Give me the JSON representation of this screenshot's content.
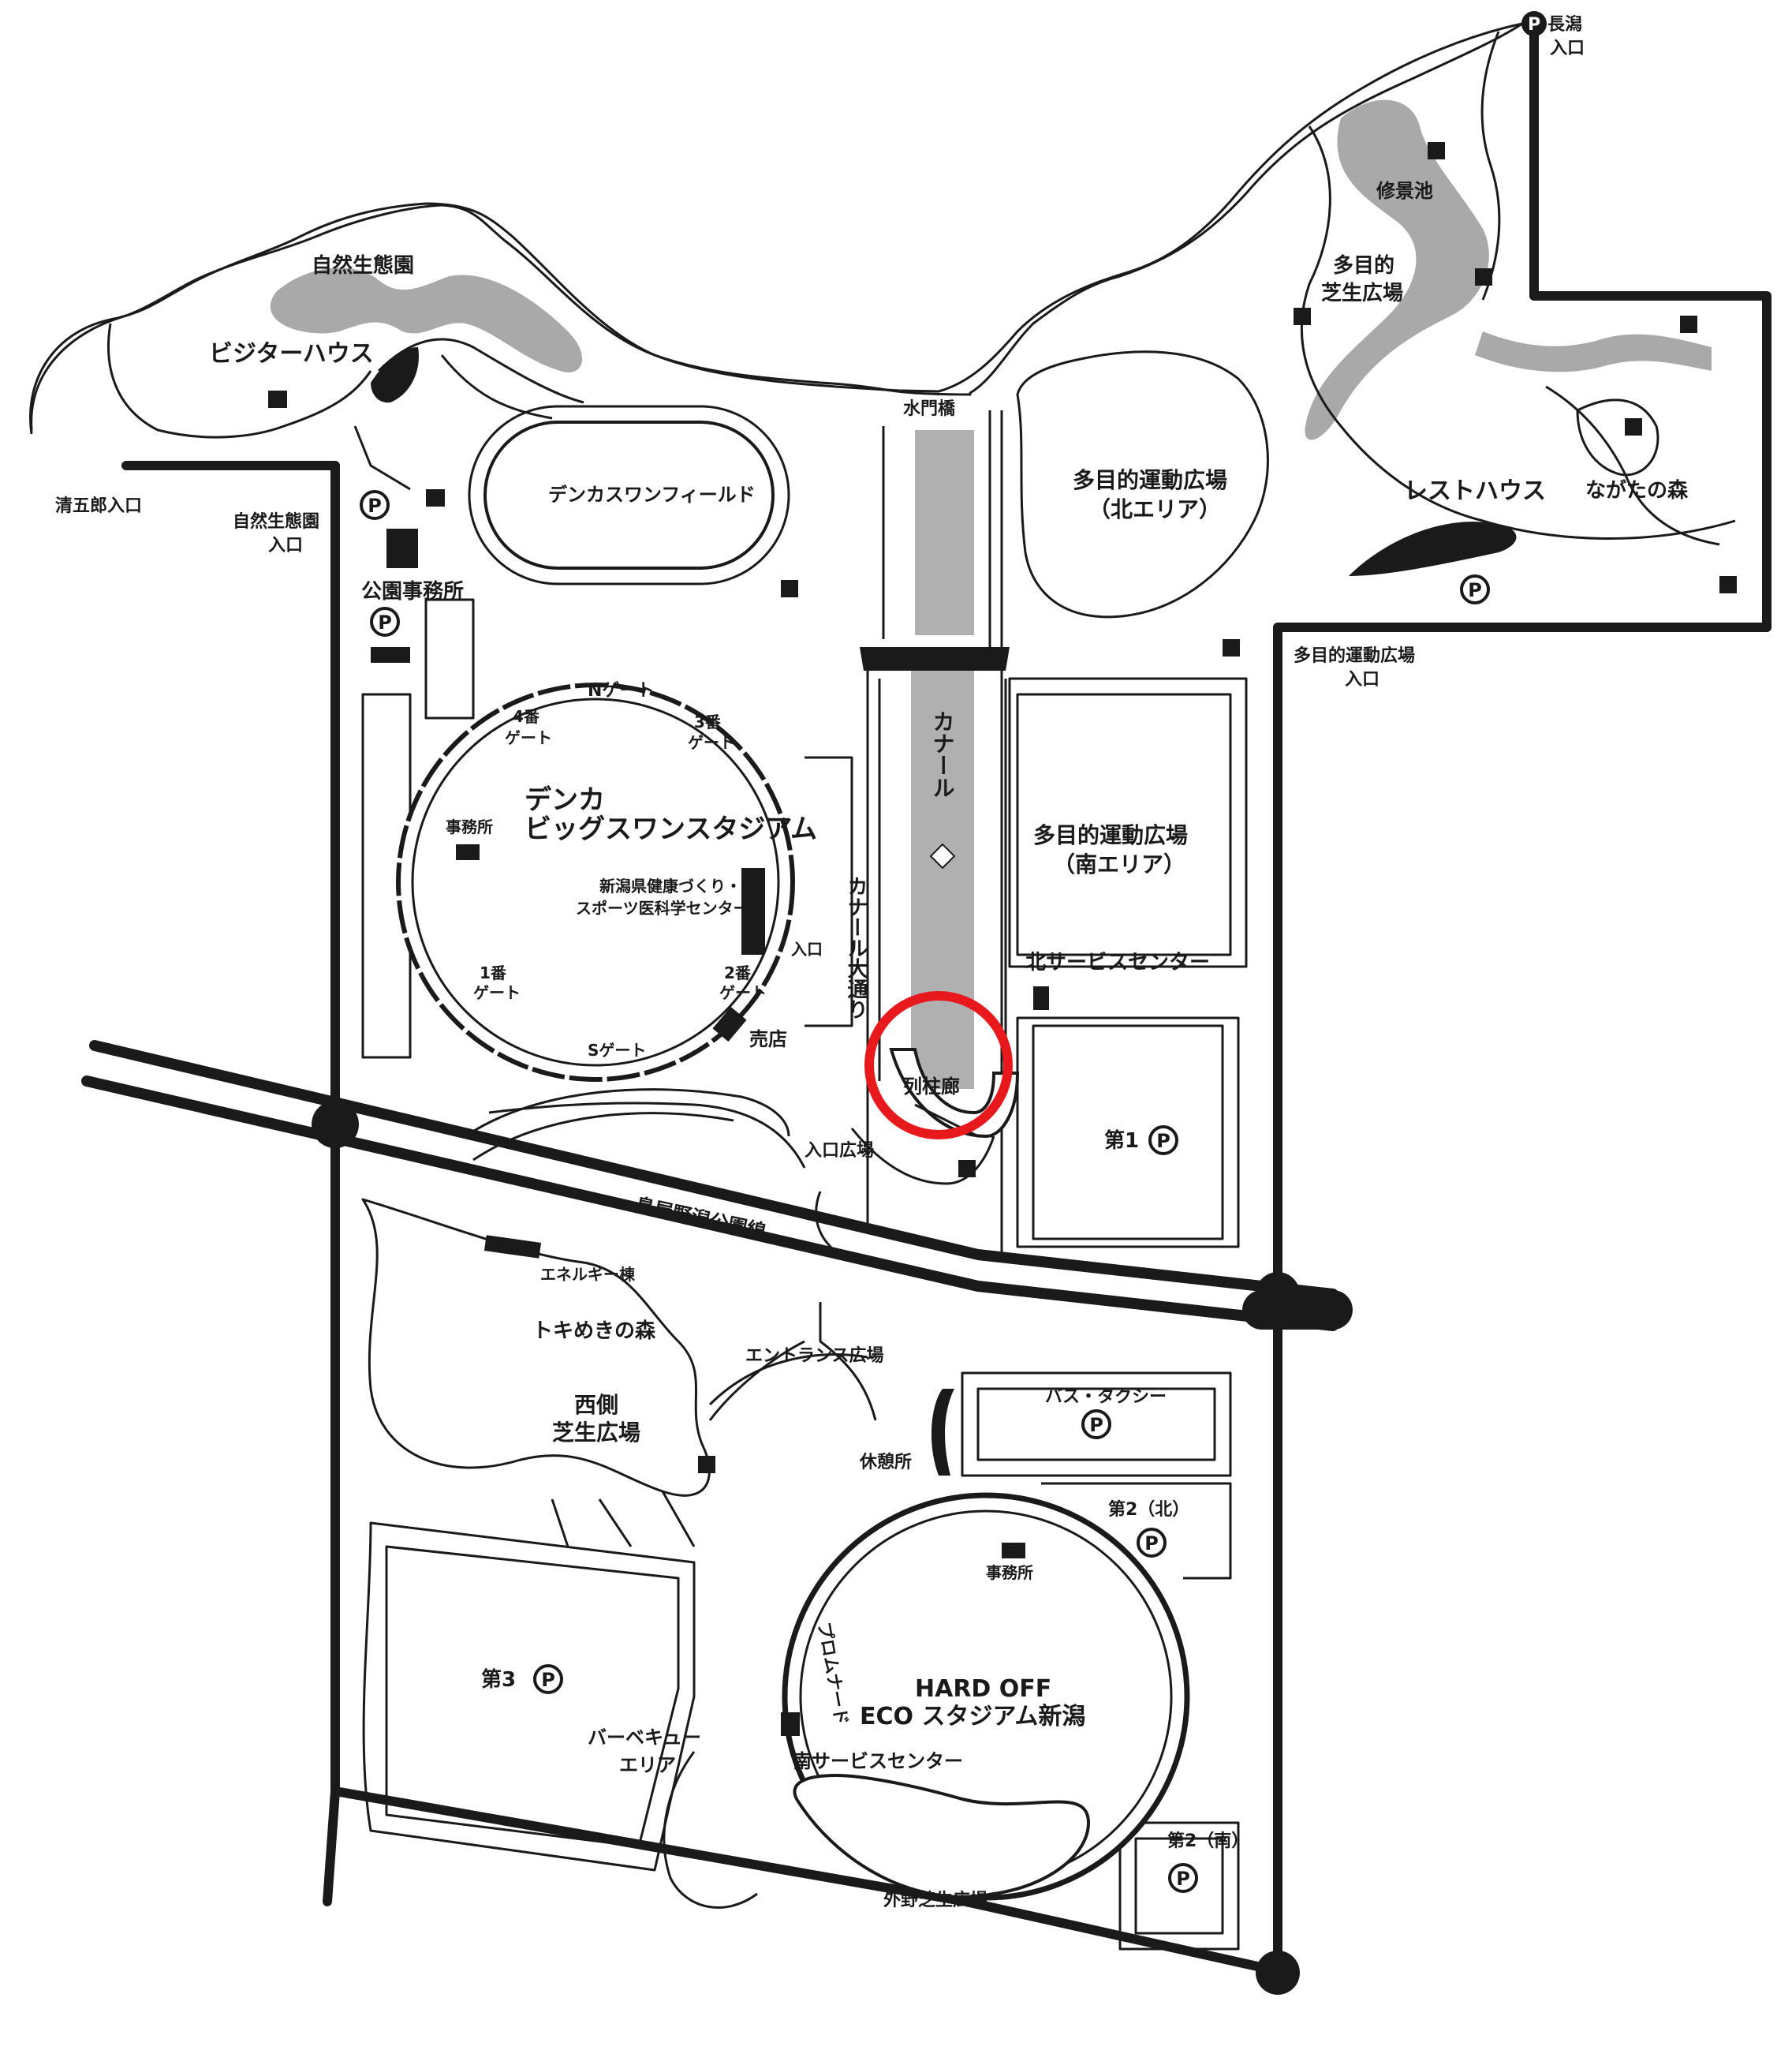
{
  "map": {
    "colors": {
      "ink": "#1a1a1a",
      "canal": "#b0b0b0",
      "pond": "#a9a9a9",
      "highlight": "#e8191c",
      "background": "#ffffff"
    },
    "parking_icon": "P",
    "labels": {
      "nagata_entrance_a": "長潟",
      "nagata_entrance_b": "入口",
      "shukei_pond": "修景池",
      "multipurpose_lawn_a": "多目的",
      "multipurpose_lawn_b": "芝生広場",
      "nature_garden": "自然生態園",
      "visitor_house": "ビジターハウス",
      "suimon_bridge": "水門橋",
      "seigoro_entrance": "清五郎入口",
      "nature_garden_entrance_a": "自然生態園",
      "nature_garden_entrance_b": "入口",
      "denka_swan_field": "デンカスワンフィールド",
      "field_north_a": "多目的運動広場",
      "field_north_b": "（北エリア）",
      "rest_house": "レストハウス",
      "nagata_forest": "ながたの森",
      "park_office": "公園事務所",
      "field_entrance_a": "多目的運動広場",
      "field_entrance_b": "入口",
      "canal": "カナール",
      "gate_n": "Nゲート",
      "gate_4_a": "4番",
      "gate_4_b": "ゲート",
      "gate_3_a": "3番",
      "gate_3_b": "ゲート",
      "stadium_a": "デンカ",
      "stadium_b": "ビッグスワンスタジアム",
      "stadium_office": "事務所",
      "health_center_a": "新潟県健康づくり・",
      "health_center_b": "スポーツ医科学センター",
      "entrance_small": "入口",
      "gate_1_a": "1番",
      "gate_1_b": "ゲート",
      "gate_2_a": "2番",
      "gate_2_b": "ゲート",
      "gate_s": "Sゲート",
      "shop": "売店",
      "canal_avenue": "カナール大通り",
      "field_south_a": "多目的運動広場",
      "field_south_b": "（南エリア）",
      "north_service": "北サービスセンター",
      "colonnade": "列柱廊",
      "entrance_plaza": "入口広場",
      "parking_1": "第1",
      "toriya_line": "鳥屋野潟公園線",
      "energy_building": "エネルギー棟",
      "tokimeki_forest": "トキめきの森",
      "entrance_plaza2": "エントランス広場",
      "west_lawn_a": "西側",
      "west_lawn_b": "芝生広場",
      "bus_taxi": "バス・タクシー",
      "rest_area": "休憩所",
      "parking_2n": "第2（北）",
      "eco_office": "事務所",
      "promenade": "プロムナード",
      "parking_3": "第3",
      "eco_stadium_a": "HARD OFF",
      "eco_stadium_b": "ECO スタジアム新潟",
      "bbq_a": "バーベキュー",
      "bbq_b": "エリア",
      "south_service": "南サービスセンター",
      "outfield_lawn": "外野芝生広場",
      "parking_2s": "第2（南）"
    }
  }
}
